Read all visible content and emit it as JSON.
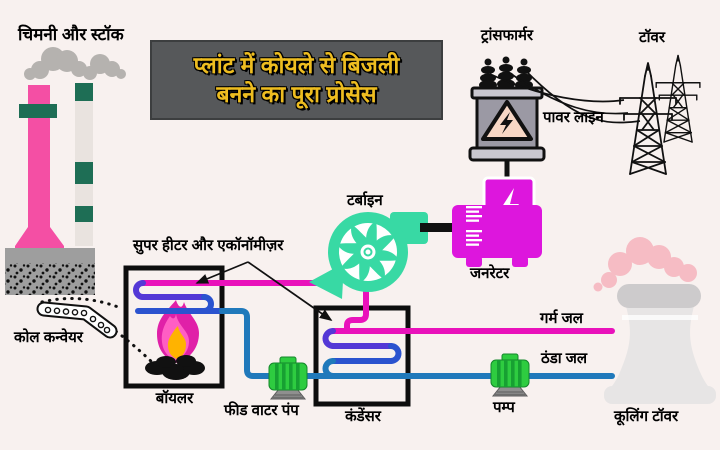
{
  "title": {
    "line1": "प्लांट में कोयले से बिजली",
    "line2": "बनने का पूरा प्रोसेस"
  },
  "labels": {
    "chimney_stack": "चिमनी और स्टॉक",
    "transformer": "ट्रांसफार्मर",
    "tower": "टॉवर",
    "power_line": "पावर लाइन",
    "turbine": "टर्बाइन",
    "generator": "जनरेटर",
    "superheater_economizer": "सुपर हीटर और  एकॉनॉमीज़र",
    "coal_conveyor": "कोल कन्वेयर",
    "boiler": "बॉयलर",
    "feed_water_pump": "फीड वाटर पंप",
    "condenser": "कंडेंसर",
    "pump": "पम्प",
    "hot_water": "गर्म जल",
    "cold_water": "ठंडा जल",
    "cooling_tower": "कूलिंग टॉवर"
  },
  "colors": {
    "background": "#f8f1ef",
    "title_box_bg": "#56585a",
    "title_text": "#eebd20",
    "label_text": "#000000",
    "chimney_pink": "#f44fa4",
    "chimney_green": "#1e6e55",
    "chimney_white": "#e9e3df",
    "smoke_gray": "#b5b2af",
    "coal_block_gray": "#9e9e9e",
    "steam_pipe_magenta": "#e912bb",
    "water_pipe_blue": "#2079bb",
    "coil_violet": "#5438d6",
    "coil_blue": "#2b53cf",
    "turbine_green": "#38d9a4",
    "generator_magenta": "#dd16dd",
    "pump_green": "#2ecc40",
    "pump_green_dark": "#17a032",
    "transformer_gray": "#9b99a4",
    "transformer_light_gray": "#c9c7cf",
    "warning_triangle_fill": "#f7d7c5",
    "cooling_tower_gray": "#e7e5e5",
    "cooling_tower_rim": "#cdcbcc",
    "steam_pink": "#f6bcc4",
    "fire_pink": "#e020a8",
    "fire_yellow": "#ffb300"
  }
}
